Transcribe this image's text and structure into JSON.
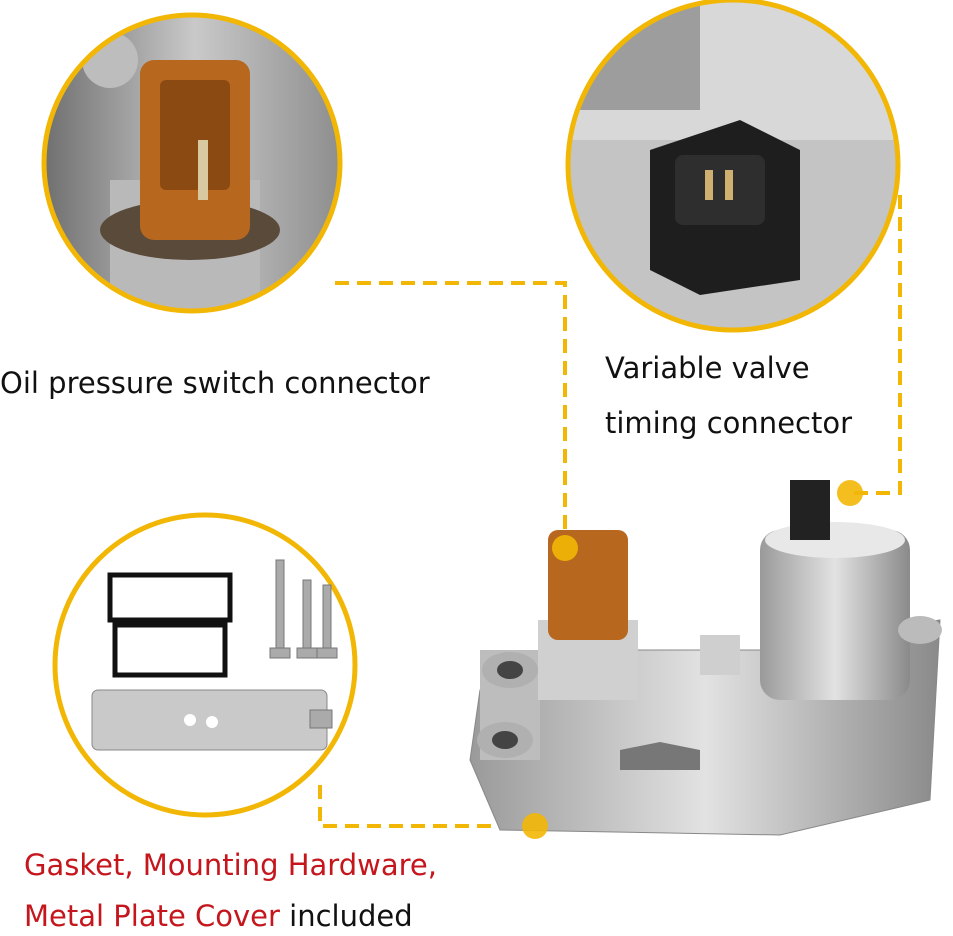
{
  "labels": {
    "oil_pressure": "Oil pressure switch connector",
    "vvt_line1": "Variable valve",
    "vvt_line2": "timing connector",
    "included_line1": "Gasket, Mounting Hardware,",
    "included_red": "Metal Plate Cover",
    "included_black": " included"
  },
  "colors": {
    "accent": "#F2B705",
    "red_text": "#c4161c"
  }
}
